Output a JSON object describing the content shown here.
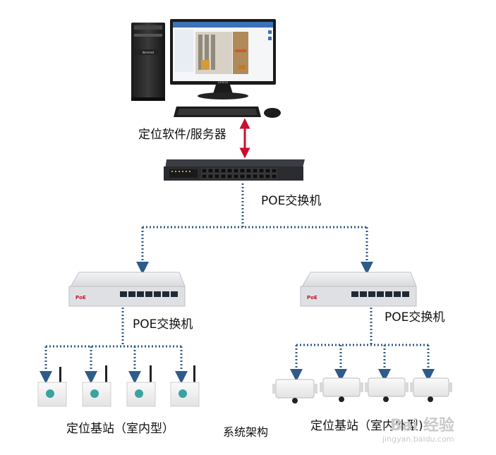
{
  "labels": {
    "server": "定位软件/服务器",
    "core_switch": "POE交换机",
    "left_switch": "POE交换机",
    "right_switch": "POE交换机",
    "indoor_stations": "定位基站（室内型）",
    "outdoor_stations": "定位基站（室内外型)",
    "caption": "系统架构"
  },
  "device_text": {
    "monitor_brand": "Lenovo",
    "tower_brand": "lenovo",
    "switch_brand": "PoE"
  },
  "watermark": {
    "brand": "Bai 经验",
    "url": "jingyan.baidu.com"
  },
  "colors": {
    "link_line": "#2f5b8a",
    "server_link": "#c8102e",
    "switch_body": "#3a3d42",
    "poe_switch_body": "#e9e9eb",
    "station_body": "#f2f2f2"
  }
}
